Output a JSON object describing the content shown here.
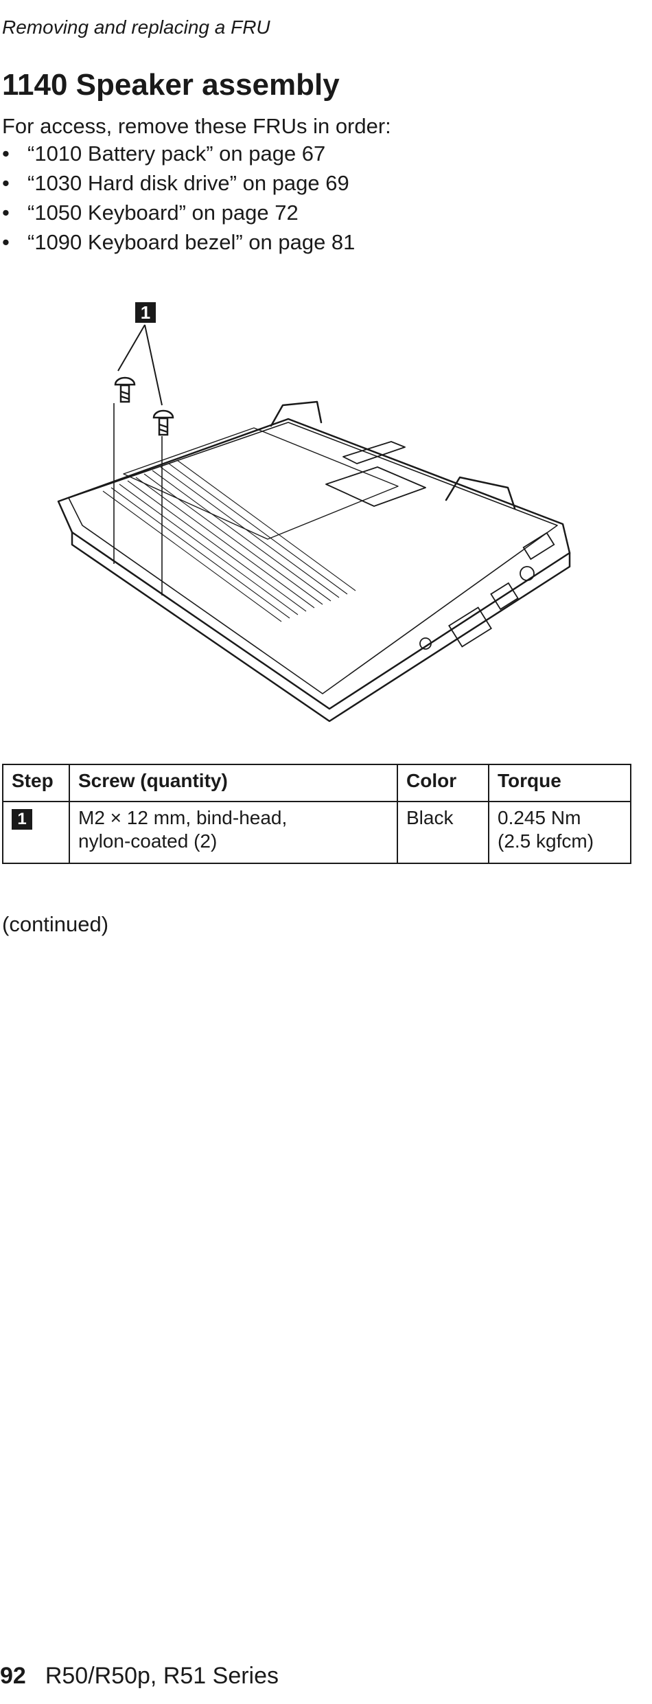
{
  "header": {
    "running_title": "Removing and replacing a FRU"
  },
  "section": {
    "title": "1140 Speaker assembly",
    "intro": "For access, remove these FRUs in order:",
    "prerequisites": [
      "“1010 Battery pack” on page 67",
      "“1030 Hard disk drive” on page 69",
      "“1050 Keyboard” on page 72",
      "“1090 Keyboard bezel” on page 81"
    ],
    "bullet": "•"
  },
  "illustration": {
    "callout": "1",
    "description_icon": "laptop-bottom-with-screws"
  },
  "screw_table": {
    "headers": [
      "Step",
      "Screw (quantity)",
      "Color",
      "Torque"
    ],
    "rows": [
      {
        "step": "1",
        "screw": "M2 × 12 mm, bind-head,\nnylon-coated (2)",
        "color": "Black",
        "torque": "0.245 Nm\n(2.5 kgfcm)"
      }
    ]
  },
  "continued_note": "(continued)",
  "footer": {
    "page_number": "92",
    "series": "R50/R50p, R51 Series"
  }
}
